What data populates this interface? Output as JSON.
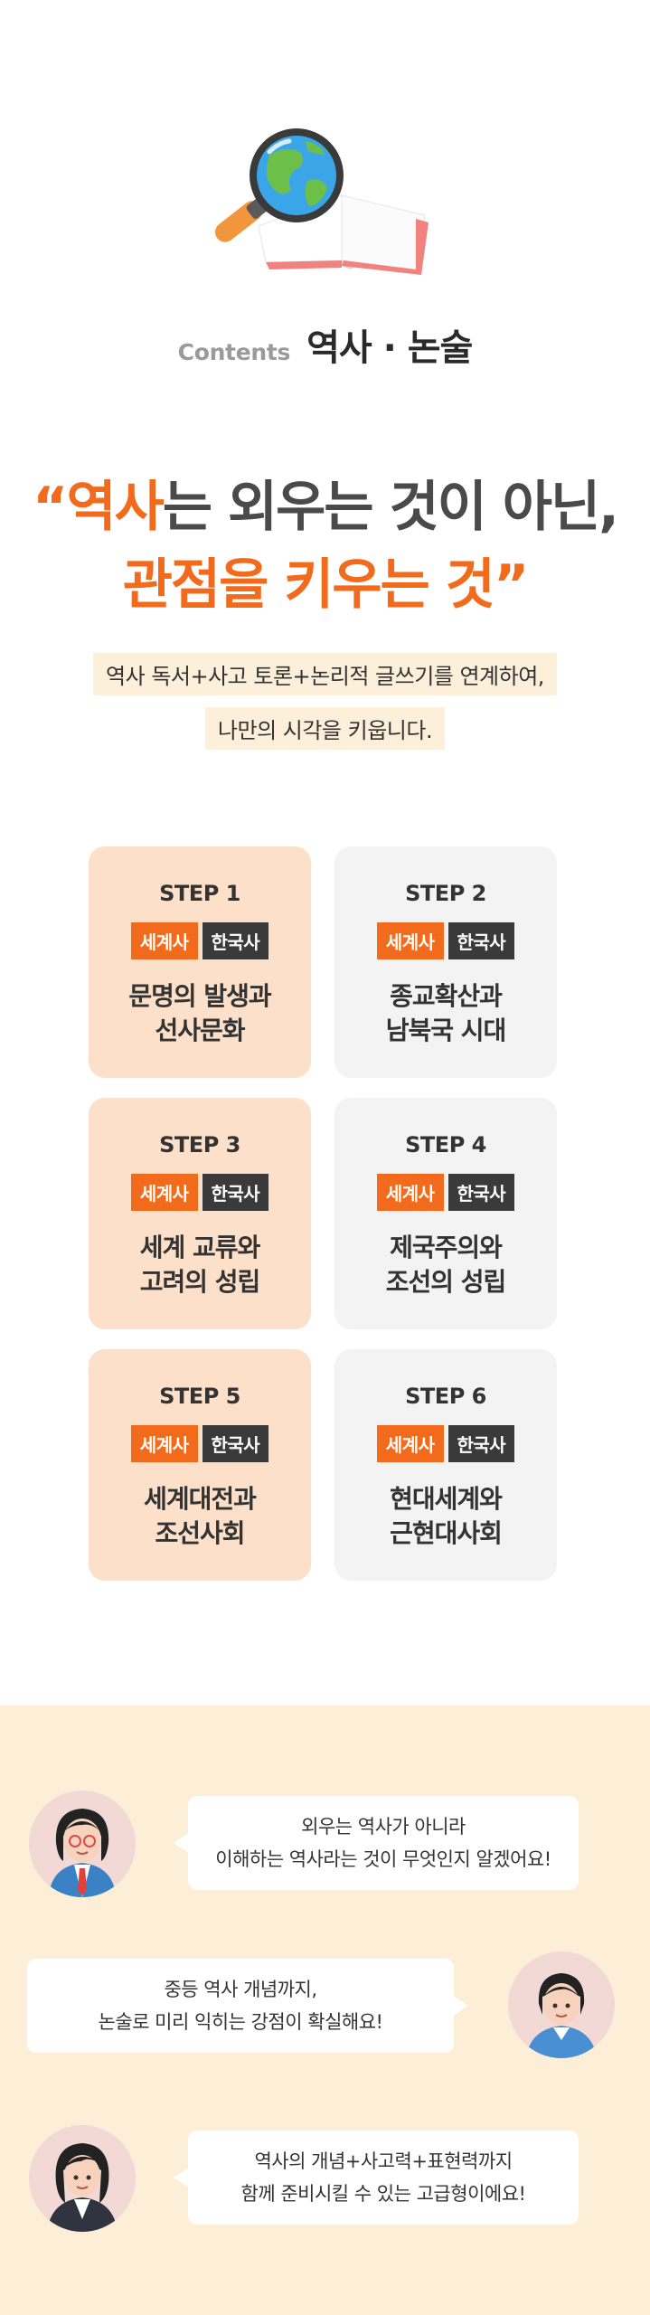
{
  "header": {
    "contents_label": "Contents",
    "title": "역사 · 논술"
  },
  "quote": {
    "open_quote": "“",
    "line1_highlight": "역사",
    "line1_rest": "는 외우는 것이 아닌,",
    "line2": "관점을 키우는 것”"
  },
  "intro": {
    "line1": "역사 독서+사고 토론+논리적 글쓰기를 연계하여,",
    "line2": "나만의 시각을 키웁니다."
  },
  "steps": [
    {
      "label": "STEP 1",
      "tag_world": "세계사",
      "tag_korea": "한국사",
      "desc1": "문명의 발생과",
      "desc2": "선사문화"
    },
    {
      "label": "STEP 2",
      "tag_world": "세계사",
      "tag_korea": "한국사",
      "desc1": "종교확산과",
      "desc2": "남북국 시대"
    },
    {
      "label": "STEP 3",
      "tag_world": "세계사",
      "tag_korea": "한국사",
      "desc1": "세계 교류와",
      "desc2": "고려의 성립"
    },
    {
      "label": "STEP 4",
      "tag_world": "세계사",
      "tag_korea": "한국사",
      "desc1": "제국주의와",
      "desc2": "조선의 성립"
    },
    {
      "label": "STEP 5",
      "tag_world": "세계사",
      "tag_korea": "한국사",
      "desc1": "세계대전과",
      "desc2": "조선사회"
    },
    {
      "label": "STEP 6",
      "tag_world": "세계사",
      "tag_korea": "한국사",
      "desc1": "현대세계와",
      "desc2": "근현대사회"
    }
  ],
  "testimonials": [
    {
      "line1": "외우는 역사가 아니라",
      "line2": "이해하는 역사라는 것이  무엇인지 알겠어요!"
    },
    {
      "line1": "중등 역사 개념까지,",
      "line2": "논술로 미리 익히는 강점이 확실해요!"
    },
    {
      "line1": "역사의 개념+사고력+표현력까지",
      "line2": "함께 준비시킬 수 있는 고급형이에요!"
    }
  ],
  "colors": {
    "accent": "#f26a1b",
    "dark_tag": "#3a3a3a",
    "warm_card": "#fde0c9",
    "cool_card": "#f3f3f3",
    "chat_bg": "#fdeed8"
  },
  "icons": {
    "hero": "magnifier-globe-book-illustration"
  }
}
